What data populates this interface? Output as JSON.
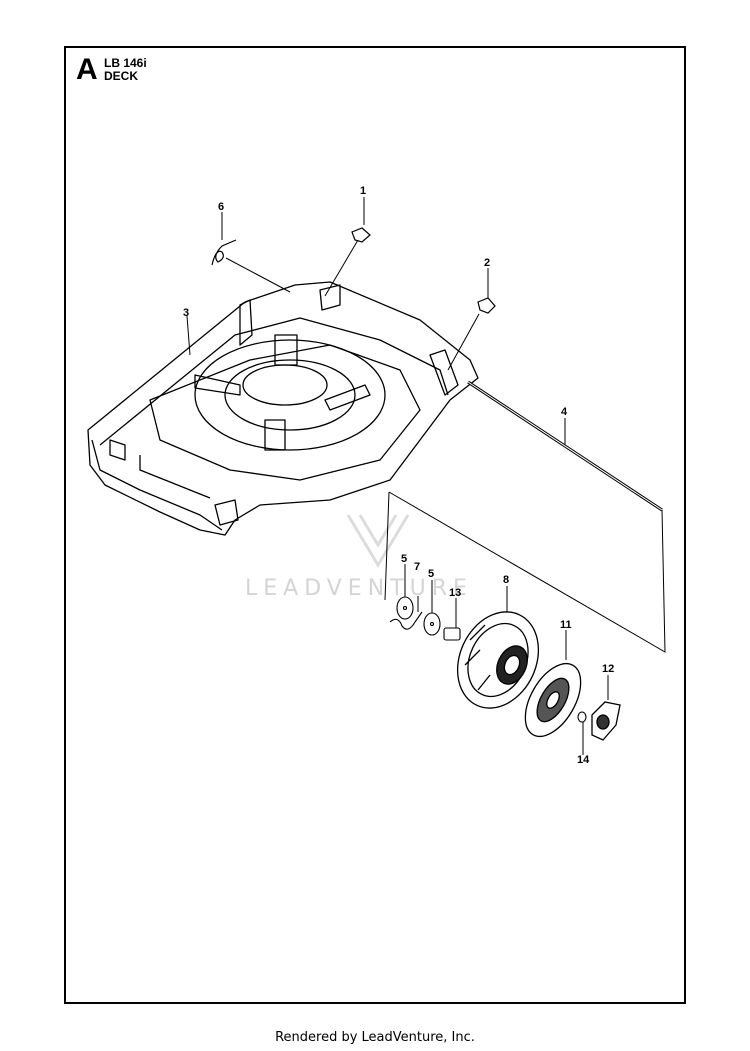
{
  "header": {
    "section_letter": "A",
    "model": "LB 146i",
    "section_name": "DECK"
  },
  "callouts": [
    "1",
    "2",
    "3",
    "4",
    "5",
    "6",
    "7",
    "5",
    "8",
    "13",
    "11",
    "12",
    "14"
  ],
  "watermark": "LEADVENTURE",
  "footer": "Rendered by LeadVenture, Inc.",
  "colors": {
    "line": "#000000",
    "watermark": "#d4d4d4",
    "background": "#ffffff"
  }
}
